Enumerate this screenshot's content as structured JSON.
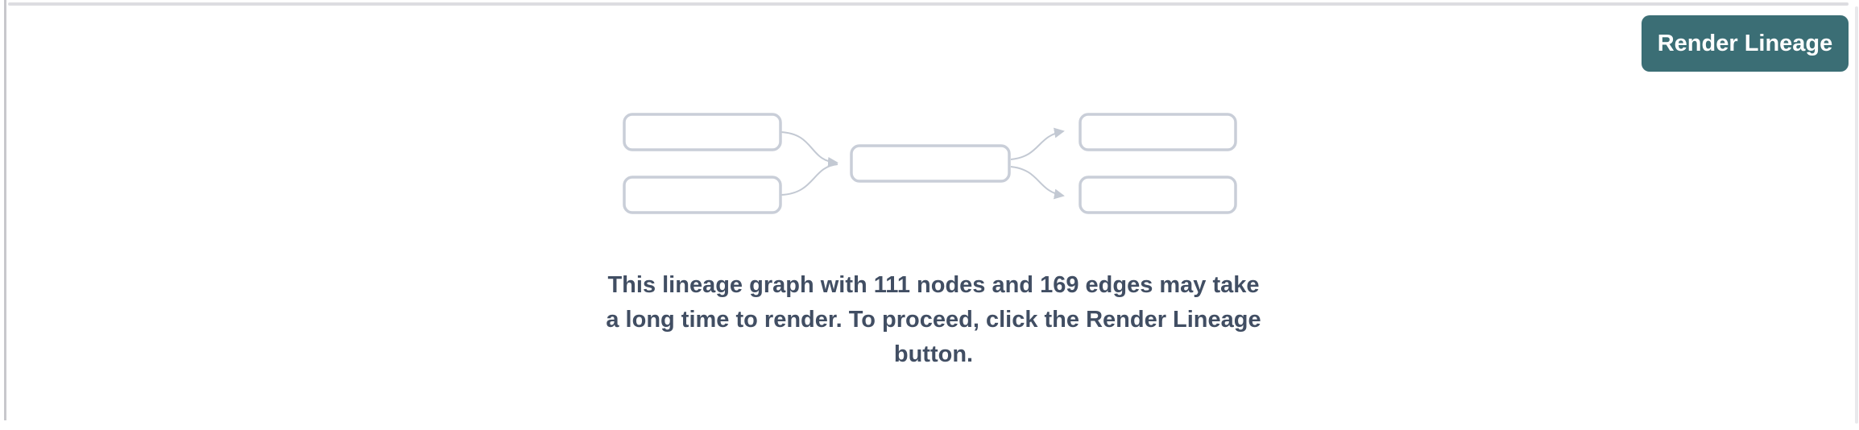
{
  "header": {
    "render_button_label": "Render Lineage"
  },
  "empty_state": {
    "message_lines": [
      "This lineage graph with 111 nodes and 169 edges may take",
      "a long time to render. To proceed, click the Render Lineage",
      "button."
    ],
    "node_count": "111",
    "edge_count": "169"
  },
  "diagram": {
    "kind": "lineage-graph-placeholder",
    "node_boxes": 5,
    "flow_arrows": 4
  },
  "colors": {
    "accent": "#3b6e75",
    "accent-text": "#ffffff",
    "node-border": "#c9ced8",
    "edge-color": "#c3c9d3",
    "message-text": "#414e63",
    "rule-horizontal": "#dddde1",
    "rule-vertical": "#c8c8cc",
    "rule-faint": "#e9e9ec"
  }
}
